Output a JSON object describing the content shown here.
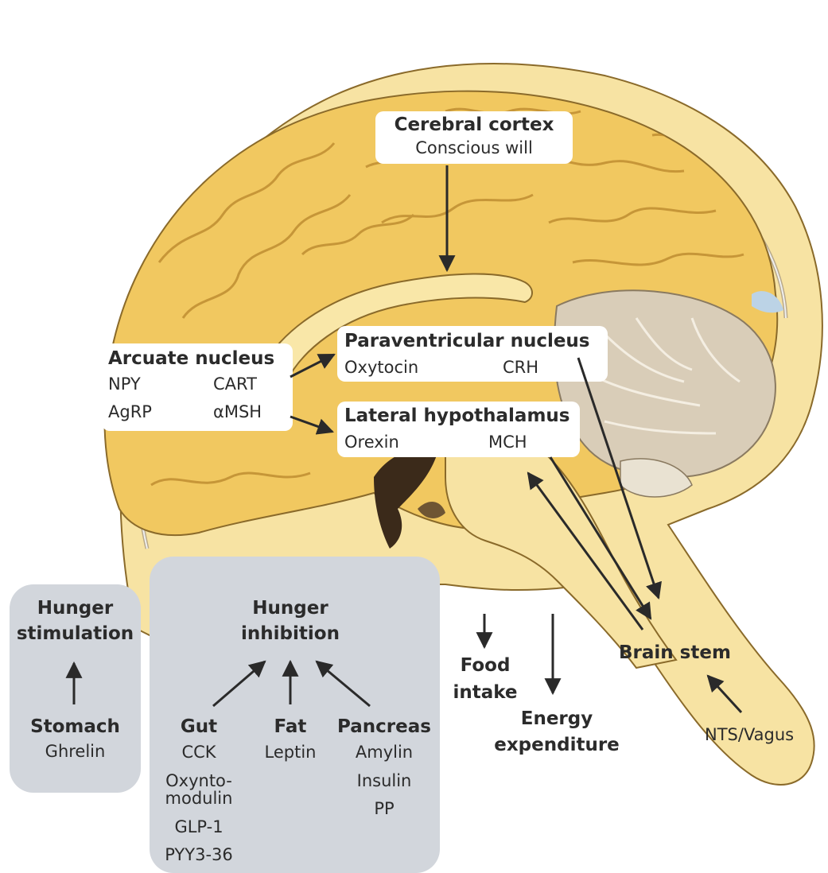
{
  "cortex": {
    "title": "Cerebral cortex",
    "sub": "Conscious will"
  },
  "arcuate": {
    "title": "Arcuate nucleus",
    "npy": "NPY",
    "agrp": "AgRP",
    "cart": "CART",
    "amsh": "αMSH"
  },
  "pvn": {
    "title": "Paraventricular nucleus",
    "oxytocin": "Oxytocin",
    "crh": "CRH"
  },
  "lateral": {
    "title": "Lateral hypothalamus",
    "orexin": "Orexin",
    "mch": "MCH"
  },
  "brain_stem": "Brain stem",
  "nts": "NTS/Vagus",
  "food_intake": [
    "Food",
    "intake"
  ],
  "energy_expenditure": [
    "Energy",
    "expenditure"
  ],
  "stimulation": {
    "title": [
      "Hunger",
      "stimulation"
    ],
    "stomach": "Stomach",
    "ghrelin": "Ghrelin"
  },
  "inhibition": {
    "title": [
      "Hunger",
      "inhibition"
    ],
    "gut": {
      "title": "Gut",
      "items": [
        "CCK",
        "Oxynto-",
        "modulin",
        "GLP-1",
        "PYY3-36"
      ]
    },
    "fat": {
      "title": "Fat",
      "items": [
        "Leptin"
      ]
    },
    "pancreas": {
      "title": "Pancreas",
      "items": [
        "Amylin",
        "Insulin",
        "PP"
      ]
    }
  },
  "colors": {
    "skull": "#f7e3a3",
    "brain": "#f1c860",
    "gyrus": "#f6d97f",
    "outline": "#8a6a2a",
    "cerebellum": "#d9cdb8",
    "panel": "#d2d6dc",
    "arrow": "#2a2a2a"
  }
}
